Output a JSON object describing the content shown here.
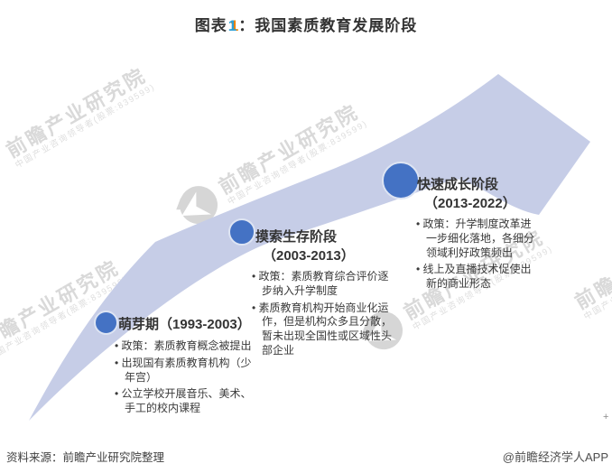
{
  "title": {
    "prefix": "图表",
    "number": "1",
    "rest": "：我国素质教育发展阶段"
  },
  "stages": [
    {
      "name": "萌芽期",
      "period": "（1993-2003）",
      "bullets": [
        "政策：素质教育概念被提出",
        "出现国有素质教育机构（少年宫）",
        "公立学校开展音乐、美术、手工的校内课程"
      ]
    },
    {
      "name": "摸索生存阶段",
      "period": "（2003-2013）",
      "bullets": [
        "政策：素质教育综合评价逐步纳入升学制度",
        "素质教育机构开始商业化运作，但是机构众多且分散，暂未出现全国性或区域性头部企业"
      ]
    },
    {
      "name": "快速成长阶段",
      "period": "（2013-2022）",
      "bullets": [
        "政策：升学制度改革进一步细化落地，各细分领域利好政策频出",
        "线上及直播技术促使出新的商业形态"
      ]
    }
  ],
  "watermark": {
    "line1": "前瞻产业研究院",
    "line2": "中国产业咨询领导者(股票:839599)"
  },
  "footer": {
    "source": "资料来源：前瞻产业研究院整理",
    "credit": "@前瞻经济学人APP"
  },
  "misc": {
    "plus_mark": "+"
  },
  "colors": {
    "arrow": "#c6cde7",
    "node_fill": "#4472c4",
    "node_ring": "#dde4f3",
    "title_number_blue": "#2d9fd6",
    "title_number_orange": "#ee8300",
    "watermark_gray": "#d9d9d9",
    "text": "#3a3a3a"
  }
}
